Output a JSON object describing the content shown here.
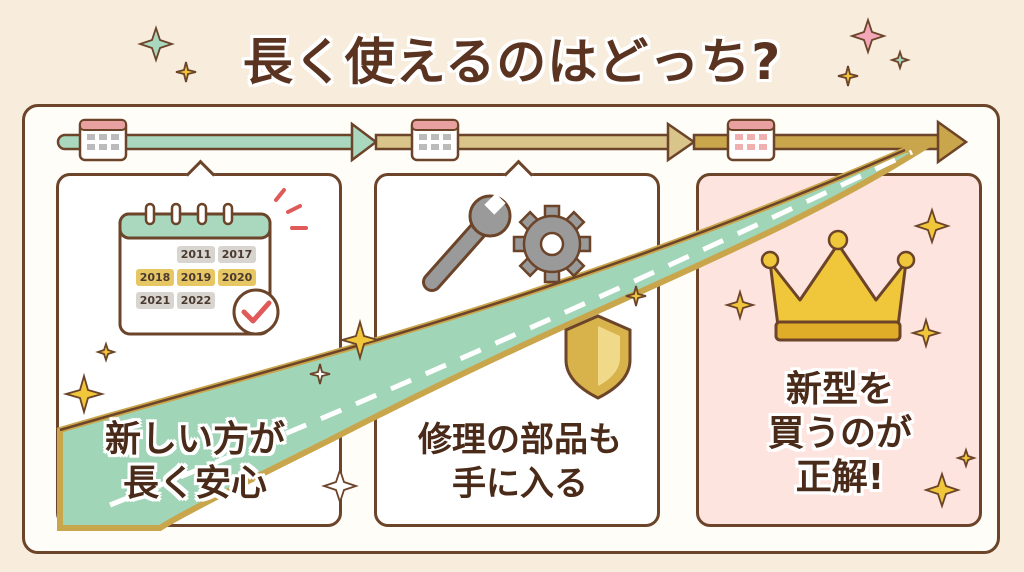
{
  "title": "長く使えるのはどっち?",
  "steps": [
    {
      "caption_lines": [
        "新しい方が",
        "長く安心"
      ],
      "icon": "calendar-icon"
    },
    {
      "caption_lines": [
        "修理の部品も",
        "手に入る"
      ],
      "icon": "wrench-gear-icon"
    },
    {
      "caption_lines": [
        "新型を",
        "買うのが",
        "正解!"
      ],
      "icon": "crown-icon"
    }
  ],
  "calendar_years": [
    [
      "",
      "2011",
      "2017"
    ],
    [
      "2018",
      "2019",
      "2020"
    ],
    [
      "2021",
      "2022",
      ""
    ]
  ],
  "highlight_years": [
    "2018",
    "2019",
    "2020"
  ],
  "colors": {
    "background": "#f8ecdd",
    "outline": "#6b4429",
    "road": "#9fd4b8",
    "gold": "#d8b24a",
    "pink_panel": "#fde4df",
    "check_red": "#e05a5a"
  }
}
